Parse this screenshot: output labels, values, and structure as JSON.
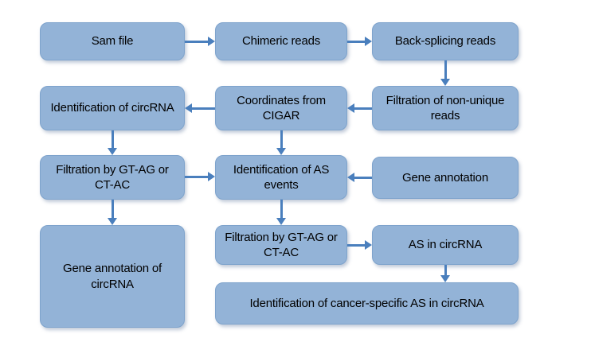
{
  "diagram": {
    "title": "circRNA alternative splicing analysis pipeline",
    "background_color": "#ffffff",
    "node_fill_color": "#93b3d7",
    "node_border_color": "#7ea3cc",
    "arrow_color": "#4a7fbd",
    "text_color": "#000000",
    "nodes": [
      {
        "id": "sam-file",
        "label": "Sam file"
      },
      {
        "id": "chimeric-reads",
        "label": "Chimeric reads"
      },
      {
        "id": "back-splicing-reads",
        "label": "Back-splicing reads"
      },
      {
        "id": "filtration-non-unique-reads",
        "label": "Filtration of non-unique reads"
      },
      {
        "id": "coordinates-from-cigar",
        "label": "Coordinates from CIGAR"
      },
      {
        "id": "identification-of-circrna",
        "label": "Identification of circRNA"
      },
      {
        "id": "filtration-gt-ag-ct-ac-upper",
        "label": "Filtration by GT-AG or CT-AC"
      },
      {
        "id": "identification-of-as-events",
        "label": "Identification of AS events"
      },
      {
        "id": "gene-annotation",
        "label": "Gene annotation"
      },
      {
        "id": "gene-annotation-of-circrna",
        "label": "Gene annotation of circRNA"
      },
      {
        "id": "filtration-gt-ag-ct-ac-lower",
        "label": "Filtration by GT-AG or CT-AC"
      },
      {
        "id": "as-in-circrna",
        "label": "AS in circRNA"
      },
      {
        "id": "cancer-specific-as",
        "label": "Identification of cancer-specific AS in circRNA"
      }
    ],
    "edges": [
      {
        "id": "sam-to-chimeric",
        "from": "sam-file",
        "to": "chimeric-reads",
        "direction": "right"
      },
      {
        "id": "chimeric-to-backsplicing",
        "from": "chimeric-reads",
        "to": "back-splicing-reads",
        "direction": "right"
      },
      {
        "id": "backsplicing-to-filtration",
        "from": "back-splicing-reads",
        "to": "filtration-non-unique-reads",
        "direction": "down"
      },
      {
        "id": "filtration-to-coordinates",
        "from": "filtration-non-unique-reads",
        "to": "coordinates-from-cigar",
        "direction": "left"
      },
      {
        "id": "coordinates-to-identification",
        "from": "coordinates-from-cigar",
        "to": "identification-of-circrna",
        "direction": "left"
      },
      {
        "id": "coordinates-to-as-events",
        "from": "coordinates-from-cigar",
        "to": "identification-of-as-events",
        "direction": "down"
      },
      {
        "id": "circrna-to-filtration-upper",
        "from": "identification-of-circrna",
        "to": "filtration-gt-ag-ct-ac-upper",
        "direction": "down"
      },
      {
        "id": "filtration-upper-to-as-events",
        "from": "filtration-gt-ag-ct-ac-upper",
        "to": "identification-of-as-events",
        "direction": "right"
      },
      {
        "id": "gene-annotation-to-as-events",
        "from": "gene-annotation",
        "to": "identification-of-as-events",
        "direction": "left"
      },
      {
        "id": "filtration-upper-to-gene-annotation-circrna",
        "from": "filtration-gt-ag-ct-ac-upper",
        "to": "gene-annotation-of-circrna",
        "direction": "down"
      },
      {
        "id": "as-events-to-filtration-lower",
        "from": "identification-of-as-events",
        "to": "filtration-gt-ag-ct-ac-lower",
        "direction": "down"
      },
      {
        "id": "filtration-lower-to-as-in-circrna",
        "from": "filtration-gt-ag-ct-ac-lower",
        "to": "as-in-circrna",
        "direction": "right"
      },
      {
        "id": "as-in-circrna-to-cancer-specific",
        "from": "as-in-circrna",
        "to": "cancer-specific-as",
        "direction": "down"
      }
    ]
  }
}
